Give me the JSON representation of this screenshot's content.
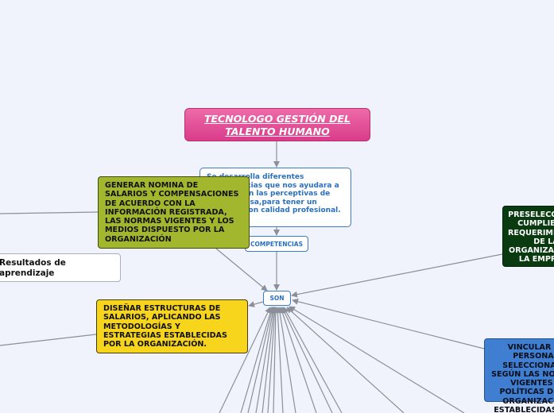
{
  "map": {
    "title": "TECNOLOGO GESTIÓN DEL TALENTO HUMANO",
    "description": "Se desarrolla diferentes competencias que nos ayudara a cumplir con las perceptivas de una empresa,para tener un personal con calidad profesional.",
    "competencias": "COMPETENCIAS",
    "son": "SON",
    "nomina": "GENERAR NOMINA DE SALARIOS Y COMPENSACIONES DE ACUERDO CON LA INFORMACIÓN REGISTRADA, LAS NORMAS VIGENTES Y LOS MEDIOS DISPUESTO POR LA ORGANIZACIÓN",
    "resultados": "Resultados de aprendizaje",
    "estructuras": "DISEÑAR ESTRUCTURAS DE SALARIOS, APLICANDO LAS METODOLOGÍAS Y ESTRATEGIAS ESTABLECIDAS POR LA ORGANIZACIÓN.",
    "preseleccion": "PRESELECCIONAR CUMPLIENDO REQUERIMIENTOS DE LA ORGANIZACIÓN Y LA EMPRESA",
    "vincular": "VINCULAR EL PERSONAL SELECCIONADO SEGÚN LAS NORMAS VIGENTES Y POLÍTICAS DE LA ORGANIZACIÓN ESTABLECIDAS POR LA ORGANIZACIÓN"
  },
  "colors": {
    "title_bg": "#e24f98",
    "nomina_bg": "#a3b72e",
    "estructuras_bg": "#f7d51d",
    "preseleccion_bg": "#0a3a10",
    "vincular_bg": "#3f7ed1",
    "connector": "#8a8f99"
  }
}
